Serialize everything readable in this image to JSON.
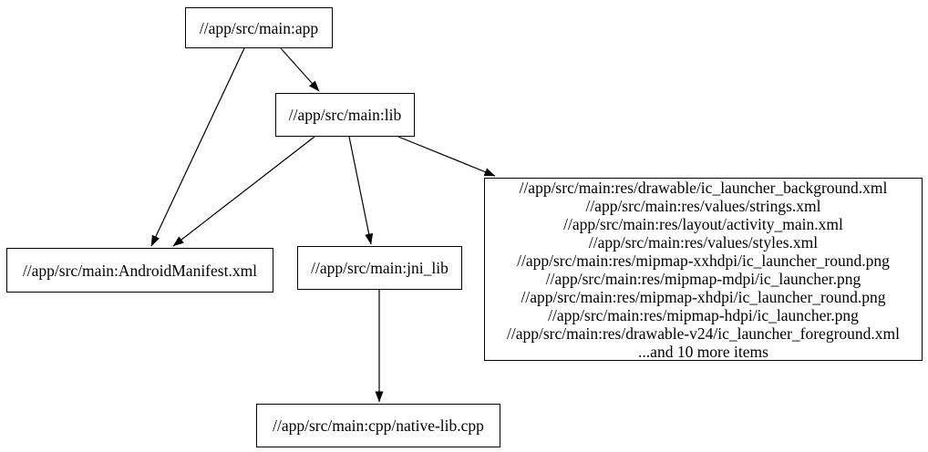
{
  "graph": {
    "background_color": "#ffffff",
    "node_border_color": "#000000",
    "edge_color": "#000000",
    "text_color": "#000000",
    "nodes": {
      "app": {
        "label": "//app/src/main:app"
      },
      "lib": {
        "label": "//app/src/main:lib"
      },
      "android_manifest": {
        "label": "//app/src/main:AndroidManifest.xml"
      },
      "jni_lib": {
        "label": "//app/src/main:jni_lib"
      },
      "res_group": {
        "lines": [
          "//app/src/main:res/drawable/ic_launcher_background.xml",
          "//app/src/main:res/values/strings.xml",
          "//app/src/main:res/layout/activity_main.xml",
          "//app/src/main:res/values/styles.xml",
          "//app/src/main:res/mipmap-xxhdpi/ic_launcher_round.png",
          "//app/src/main:res/mipmap-mdpi/ic_launcher.png",
          "//app/src/main:res/mipmap-xhdpi/ic_launcher_round.png",
          "//app/src/main:res/mipmap-hdpi/ic_launcher.png",
          "//app/src/main:res/drawable-v24/ic_launcher_foreground.xml",
          "...and 10 more items"
        ]
      },
      "native_lib_cpp": {
        "label": "//app/src/main:cpp/native-lib.cpp"
      }
    },
    "edges": [
      {
        "from": "app",
        "to": "lib"
      },
      {
        "from": "app",
        "to": "android_manifest"
      },
      {
        "from": "lib",
        "to": "android_manifest"
      },
      {
        "from": "lib",
        "to": "jni_lib"
      },
      {
        "from": "lib",
        "to": "res_group"
      },
      {
        "from": "jni_lib",
        "to": "native_lib_cpp"
      }
    ]
  }
}
